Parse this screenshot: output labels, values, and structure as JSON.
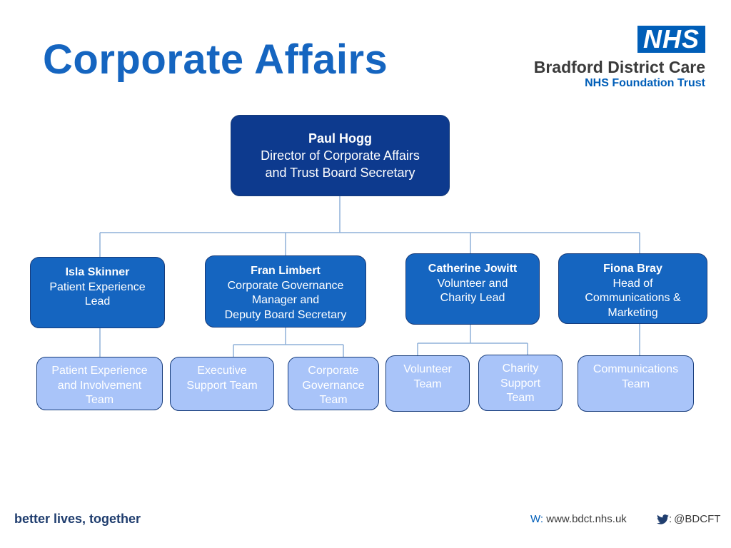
{
  "title": "Corporate Affairs",
  "logo": {
    "badge": "NHS",
    "org": "Bradford District Care",
    "sub": "NHS Foundation Trust"
  },
  "director": {
    "name": "Paul Hogg",
    "line1": "Director of Corporate Affairs",
    "line2": "and Trust Board Secretary"
  },
  "managers": [
    {
      "name": "Isla Skinner",
      "lines": [
        "Patient Experience",
        "Lead"
      ]
    },
    {
      "name": "Fran Limbert",
      "lines": [
        "Corporate Governance",
        "Manager and",
        "Deputy Board Secretary"
      ]
    },
    {
      "name": "Catherine Jowitt",
      "lines": [
        "Volunteer and",
        "Charity Lead"
      ]
    },
    {
      "name": "Fiona Bray",
      "lines": [
        "Head of",
        "Communications &",
        "Marketing"
      ]
    }
  ],
  "teams": [
    {
      "lines": [
        "Patient Experience",
        "and Involvement",
        "Team"
      ]
    },
    {
      "lines": [
        "Executive",
        "Support Team"
      ]
    },
    {
      "lines": [
        "Corporate",
        "Governance",
        "Team"
      ]
    },
    {
      "lines": [
        "Volunteer",
        "Team"
      ]
    },
    {
      "lines": [
        "Charity",
        "Support",
        "Team"
      ]
    },
    {
      "lines": [
        "Communications",
        "Team"
      ]
    }
  ],
  "footer": {
    "tagline": "better lives, together",
    "web_prefix": "W:",
    "web_url": "www.bdct.nhs.uk",
    "twitter_prefix": ":",
    "twitter_handle": "@BDCFT"
  },
  "colors": {
    "title": "#1565c0",
    "nhs_blue": "#005eb8",
    "director_fill": "#0d3a8e",
    "manager_fill": "#1565c0",
    "team_fill": "#a9c4f9",
    "connector": "#8fb0d8"
  },
  "icons": {
    "twitter": "twitter-bird-icon"
  }
}
